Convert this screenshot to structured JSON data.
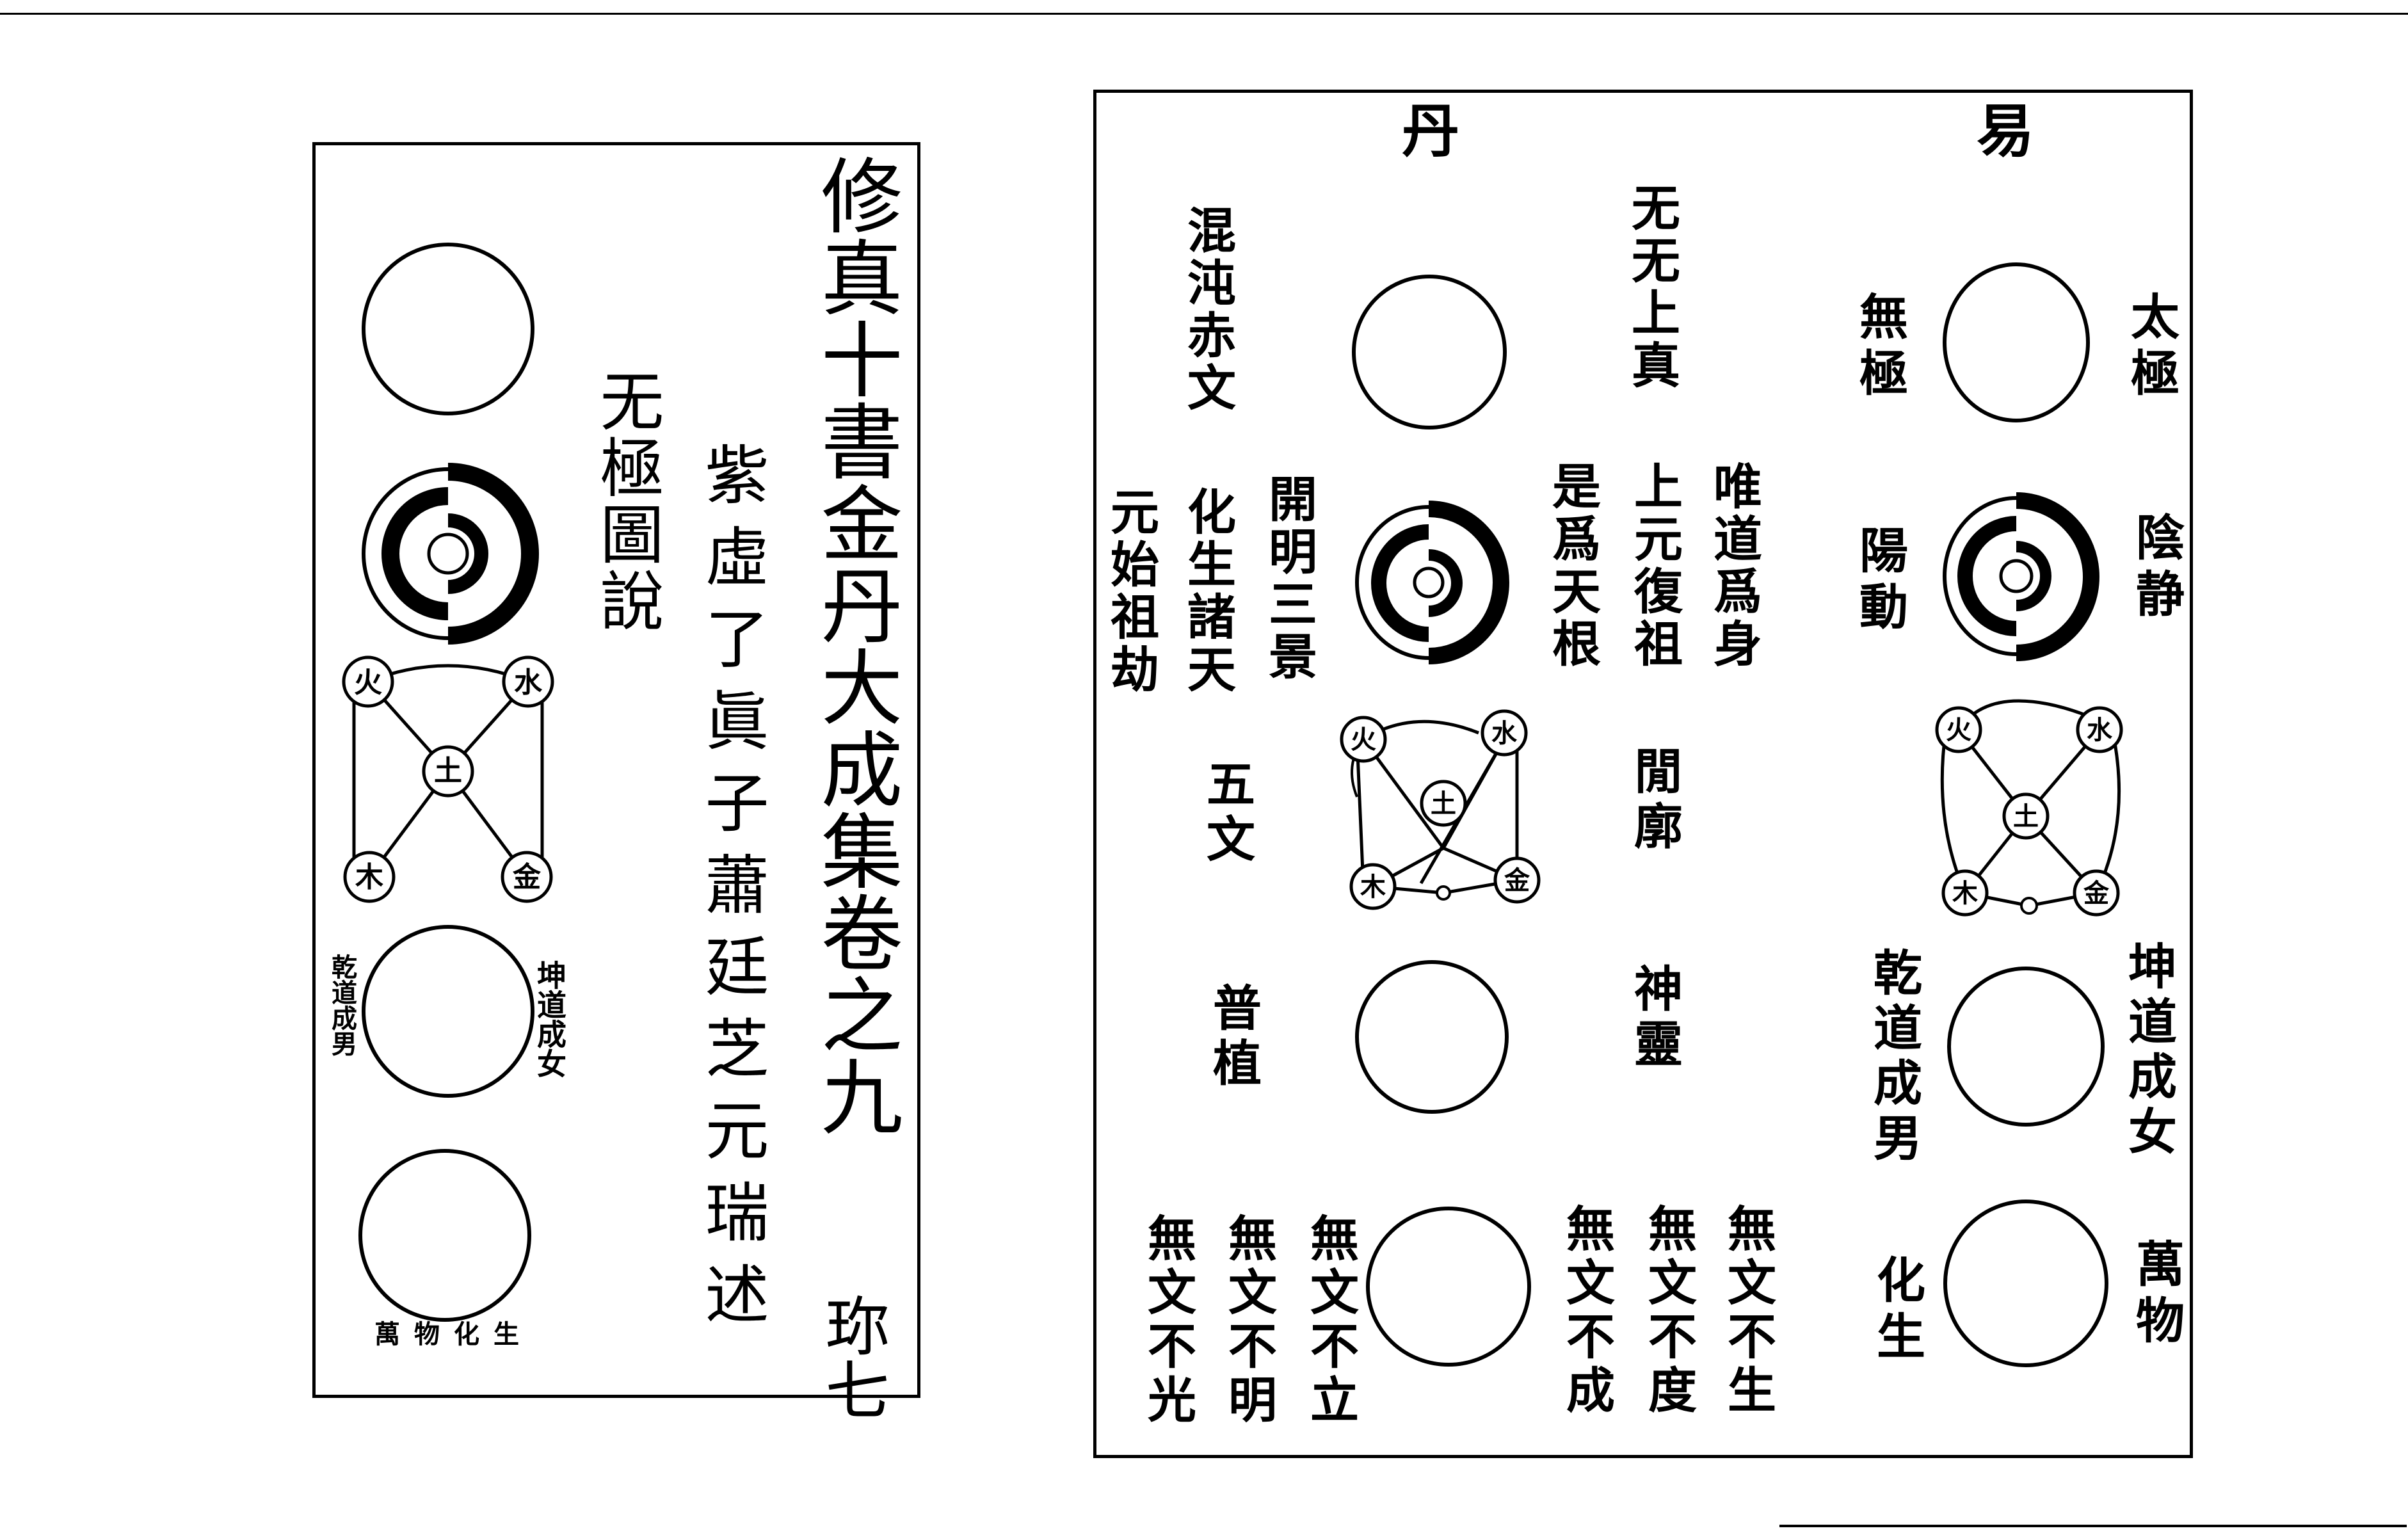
{
  "left_page": {
    "title": "修真十書金丹大成集卷之九",
    "author_line": "紫虛了眞子蕭廷芝元瑞述",
    "diagram_title": "无極圖說",
    "page_marker": "珎七",
    "qian_label": "乾道成男",
    "kun_label": "坤道成女",
    "wanwu_label": "萬物化生"
  },
  "elements_diagram": {
    "fire": "火",
    "water": "水",
    "earth": "土",
    "wood": "木",
    "metal": "金"
  },
  "right_page": {
    "header_dan": "丹",
    "header_yi": "易",
    "yi_column": {
      "wuji": "無極",
      "taiji": "太極",
      "yang_dong": "陽動",
      "yin_jing": "陰静",
      "qian": "乾道成男",
      "kun": "坤道成女",
      "huasheng": "化生",
      "wanwu": "萬物"
    },
    "dan_column": {
      "wuwu_shangzhen": "无无上真",
      "hundun_chiwen": "混沌赤文",
      "weidao_weishen": "唯道爲身",
      "shangyuan_fuzu": "上元復祖",
      "shi_wei_tiangen": "是爲天根",
      "kaiming_sanjing": "開明三景",
      "huasheng_zhutian": "化生諸天",
      "yuanshi_zujie": "元始祖劫",
      "jianlang": "閒廓",
      "wuwen": "五文",
      "shenling": "神靈",
      "puzhi": "普植",
      "bottom": [
        "無文不生",
        "無文不度",
        "無文不成",
        "無文不立",
        "無文不明",
        "無文不光"
      ]
    }
  }
}
